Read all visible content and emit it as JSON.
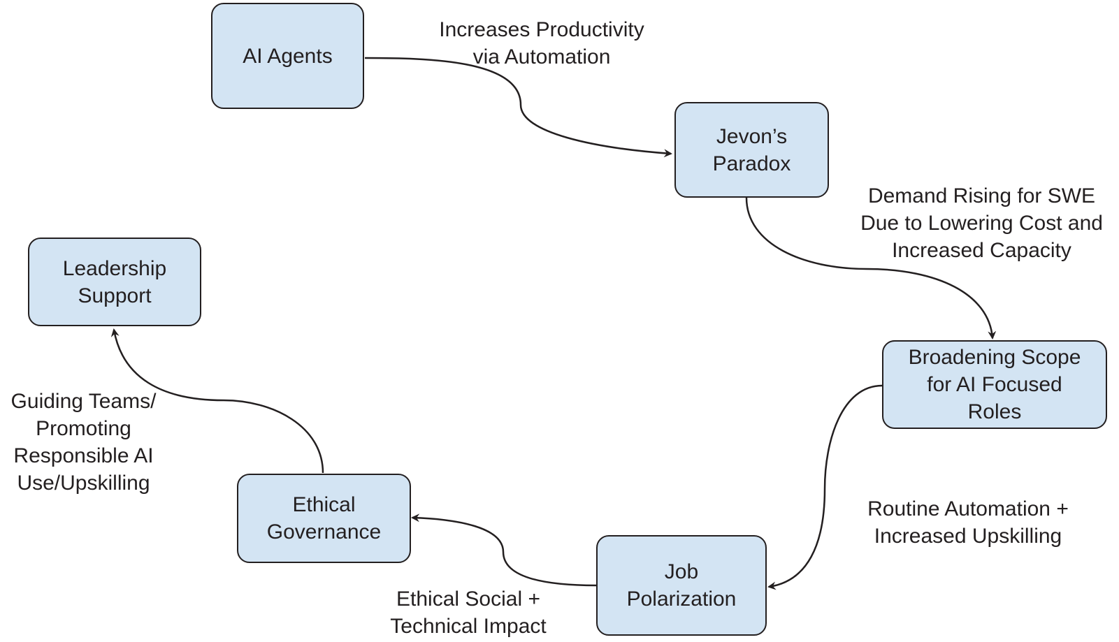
{
  "nodes": {
    "ai_agents": "AI Agents",
    "jevons_paradox": "Jevon’s\nParadox",
    "broadening_scope": "Broadening Scope\nfor AI Focused\nRoles",
    "job_polarization": "Job\nPolarization",
    "ethical_governance": "Ethical\nGovernance",
    "leadership_support": "Leadership\nSupport"
  },
  "edge_labels": {
    "agents_to_paradox": "Increases Productivity\nvia Automation",
    "paradox_to_scope": "Demand Rising for SWE\nDue to Lowering Cost and\nIncreased Capacity",
    "scope_to_polarization": "Routine Automation +\nIncreased Upskilling",
    "polarization_to_governance": "Ethical Social +\nTechnical Impact",
    "governance_to_leadership": "Guiding Teams/\nPromoting\nResponsible AI\nUse/Upskilling"
  },
  "colors": {
    "node_fill": "#d3e4f3",
    "stroke": "#231f20",
    "background": "#ffffff"
  }
}
